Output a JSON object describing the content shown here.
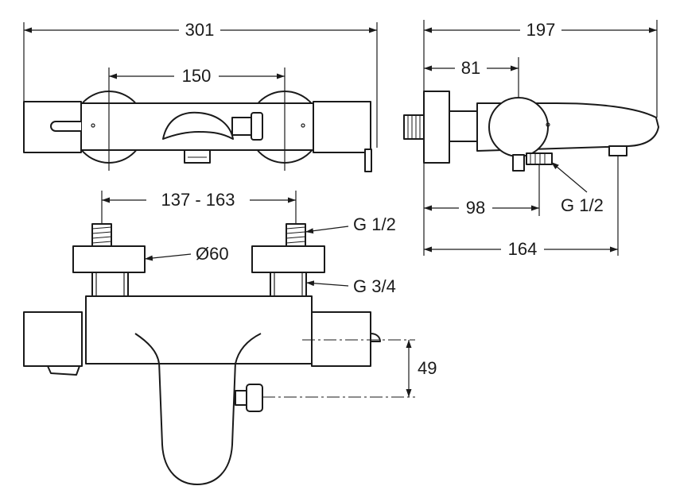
{
  "dimensions": {
    "overall_length": "301",
    "inlet_centers": "150",
    "overall_depth": "197",
    "wall_to_axis": "81",
    "wall_to_outlet": "98",
    "wall_to_spout": "164",
    "adjustable_centers": "137 - 163",
    "escutcheon_diameter": "Ø60",
    "outlet_height": "49"
  },
  "threads": {
    "inlet_thread": "G 1/2",
    "connector_thread": "G 3/4",
    "outlet_thread": "G 1/2"
  }
}
